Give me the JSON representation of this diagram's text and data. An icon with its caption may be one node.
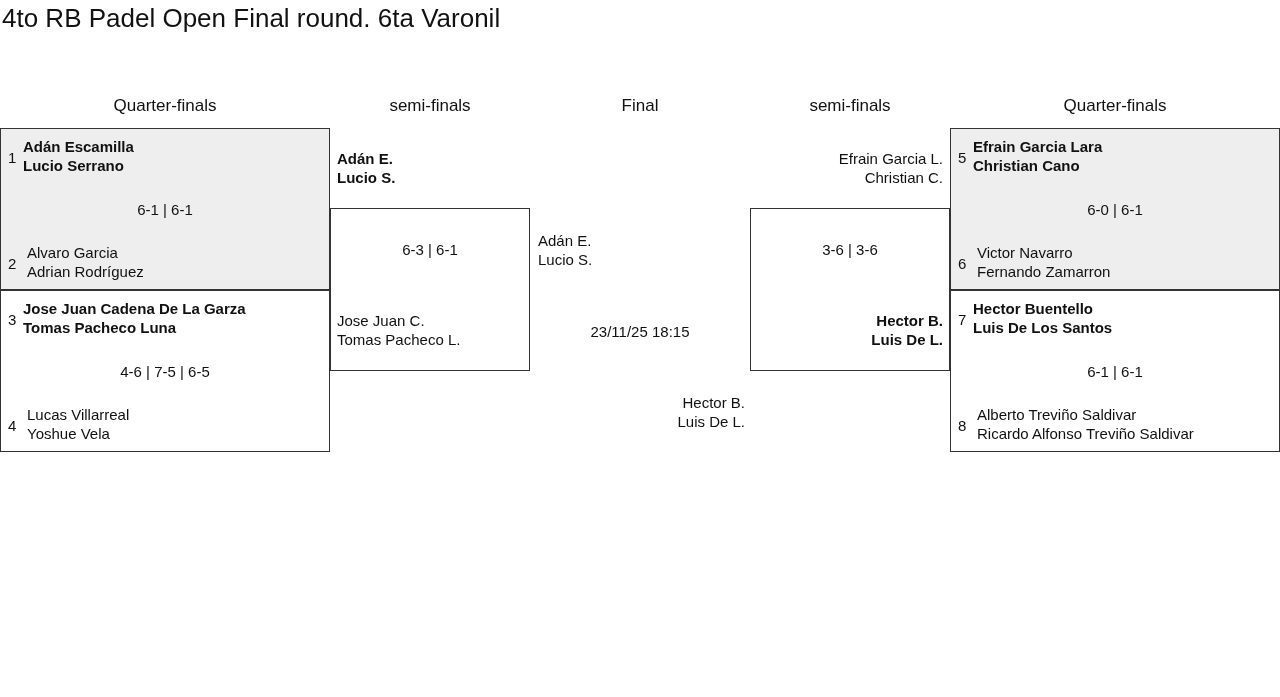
{
  "diagram": {
    "title": "4to RB Padel Open Final round. 6ta Varonil",
    "nodes": [
      {
        "text": [
          "1",
          "Adán Escamilla",
          "Lucio Serrano",
          "6-1 | 6-1",
          "2",
          "Alvaro Garcia",
          "Adrian Rodríguez"
        ]
      },
      {
        "text": [
          "3",
          "Jose Juan Cadena De La Garza",
          "Tomas Pacheco Luna",
          "4-6 | 7-5 | 6-5",
          "4",
          "Lucas Villarreal",
          "Yoshue Vela"
        ]
      },
      {
        "text": [
          "Adán E.",
          "Lucio S.",
          "6-3 | 6-1",
          "Jose Juan C.",
          "Tomas Pacheco L."
        ]
      },
      {
        "text": [
          "Efrain Garcia L.",
          "Christian C.",
          "3-6 | 3-6",
          "Hector B.",
          "Luis De L."
        ]
      },
      {
        "text": [
          "5",
          "Efrain Garcia Lara",
          "Christian Cano",
          "6-0 | 6-1",
          "6",
          "Victor Navarro",
          "Fernando Zamarron"
        ]
      },
      {
        "text": [
          "7",
          "Hector Buentello",
          "Luis De Los Santos",
          "6-1 | 6-1",
          "8",
          "Alberto Treviño Saldivar",
          "Ricardo Alfonso Treviño Saldivar"
        ]
      }
    ],
    "labels": [
      "Quarter-finals",
      "semi-finals",
      "Final",
      "semi-finals",
      "Quarter-finals",
      "Adán E.",
      "Lucio S.",
      "23/11/25 18:15",
      "Hector B.",
      "Luis De L."
    ]
  }
}
